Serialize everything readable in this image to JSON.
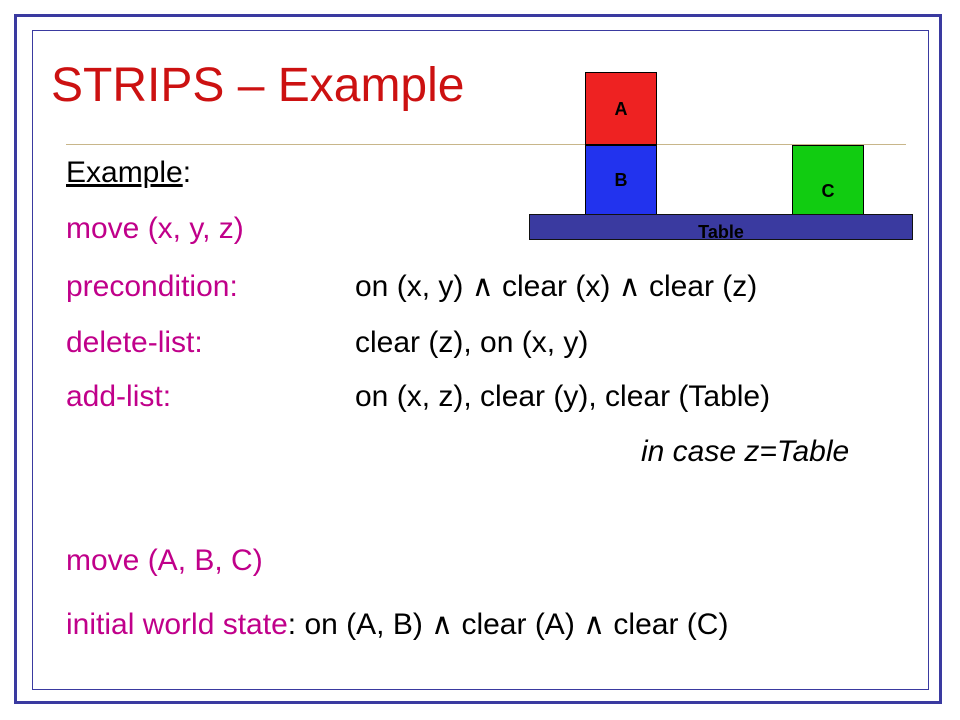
{
  "slide": {
    "title": "STRIPS – Example",
    "colors": {
      "title": "#cc1111",
      "keyword": "#c0008a",
      "frame": "#3a3aa0"
    }
  },
  "diagram": {
    "blocks": [
      {
        "label": "A",
        "color": "#ee2222"
      },
      {
        "label": "B",
        "color": "#2233ee"
      },
      {
        "label": "C",
        "color": "#11cc11"
      }
    ],
    "table_label": "Table",
    "table_color": "#3a3aa0"
  },
  "content": {
    "example_label": "Example",
    "example_colon": ":",
    "operator": "move (x, y, z)",
    "precondition_label": "precondition:",
    "precondition_value": "on (x, y) ∧ clear (x) ∧ clear (z)",
    "delete_label": "delete-list:",
    "delete_value": "clear (z), on (x, y)",
    "add_label": "add-list:",
    "add_value": "on (x, z), clear (y), clear (Table)",
    "add_note": "in case z=Table",
    "instance": "move (A, B, C)",
    "initial_label": "initial world state",
    "initial_colon": ":",
    "initial_value": "on (A, B) ∧ clear (A) ∧ clear (C)"
  }
}
